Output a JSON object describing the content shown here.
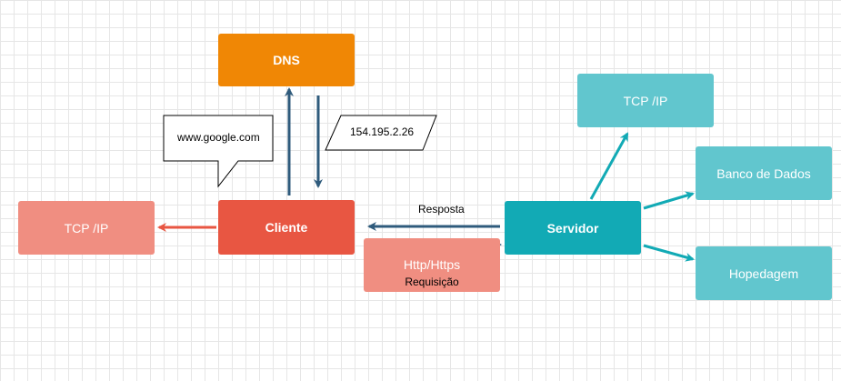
{
  "nodes": {
    "dns": "DNS",
    "cliente": "Cliente",
    "tcp_ip_left": "TCP /IP",
    "servidor": "Servidor",
    "tcp_ip_right": "TCP /IP",
    "banco_de_dados": "Banco de Dados",
    "hospedagem": "Hopedagem"
  },
  "http_box": {
    "protocol": "Http/Https",
    "caption": "Requisição"
  },
  "labels": {
    "resposta": "Resposta",
    "ip_address": "154.195.2.26",
    "url_callout": "www.google.com"
  },
  "colors": {
    "dns": "#f08705",
    "cliente": "#e85642",
    "tcp_ip_left": "#f08e81",
    "servidor": "#12aab5",
    "teal_light": "#61c6ce",
    "http": "#f08e81",
    "arrow_dark": "#2f5b7c",
    "arrow_red": "#e85642",
    "arrow_teal": "#12aab5"
  }
}
